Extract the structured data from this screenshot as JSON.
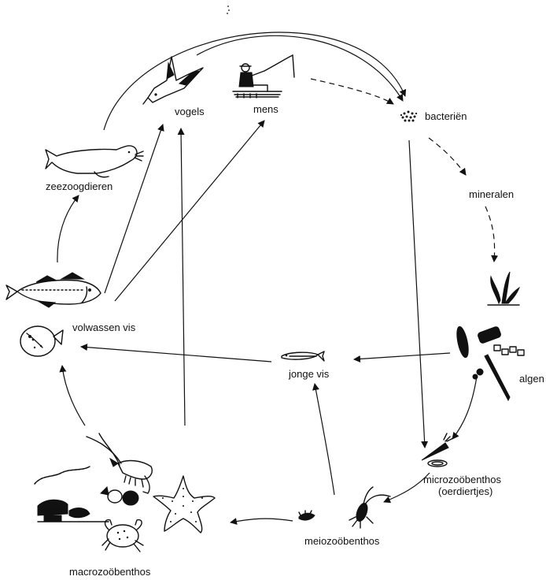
{
  "labels": {
    "vogels": "vogels",
    "mens": "mens",
    "bacterien": "bacteriën",
    "zeezoogdieren": "zeezoogdieren",
    "mineralen": "mineralen",
    "volwassen_vis": "volwassen vis",
    "jonge_vis": "jonge vis",
    "algen": "algen",
    "microzoobenthos_1": "microzoöbenthos",
    "microzoobenthos_2": "(oerdiertjes)",
    "meiozoobenthos": "meiozoöbenthos",
    "macrozoobenthos": "macrozoöbenthos"
  },
  "icons": [
    "bird-icon",
    "fisherman-icon",
    "bacteria-icon",
    "seal-icon",
    "cod-icon",
    "flatfish-icon",
    "seaweed-icon",
    "algae-icon",
    "small-fish-icon",
    "protozoa-icon",
    "copepod-icon",
    "worm-icon",
    "shrimp-icon",
    "shell-icon",
    "starfish-icon",
    "crab-icon"
  ],
  "colors": {
    "ink": "#111111",
    "background": "#ffffff"
  }
}
